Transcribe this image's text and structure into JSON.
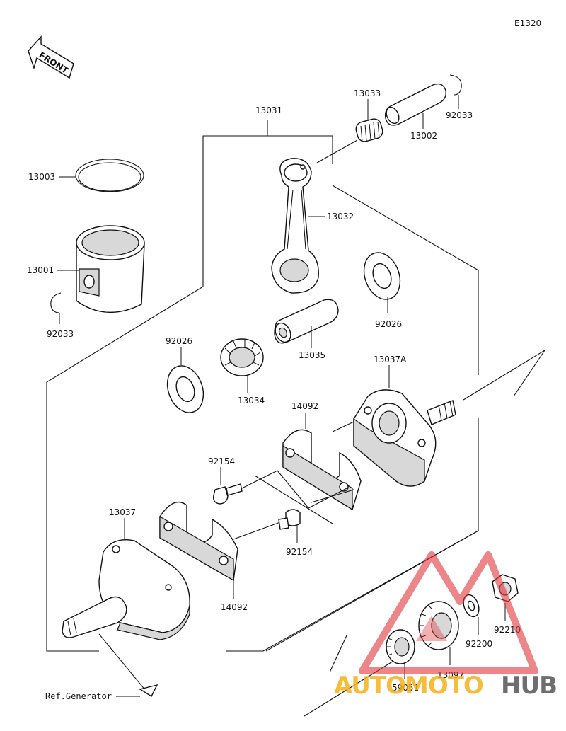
{
  "diagram_code": "E1320",
  "front_label": "FRONT",
  "ref_generator": "Ref.Generator",
  "parts": {
    "p13033": "13033",
    "p13002": "13002",
    "p92033_top": "92033",
    "p13031": "13031",
    "p13003": "13003",
    "p13032": "13032",
    "p13001": "13001",
    "p92033_left": "92033",
    "p92026_right": "92026",
    "p92026_left": "92026",
    "p13035": "13035",
    "p13034": "13034",
    "p13037A": "13037A",
    "p14092_top": "14092",
    "p92154_top": "92154",
    "p13037": "13037",
    "p92154_bottom": "92154",
    "p14092_bottom": "14092",
    "p92210": "92210",
    "p92200": "92200",
    "p13097": "13097",
    "p59051": "59051"
  },
  "watermark": {
    "part1": "AUTO",
    "part2": "MOTO",
    "part3": "HUB",
    "color_red": "#e0343a",
    "color_orange": "#f5b21b",
    "color_dark": "#555555"
  }
}
